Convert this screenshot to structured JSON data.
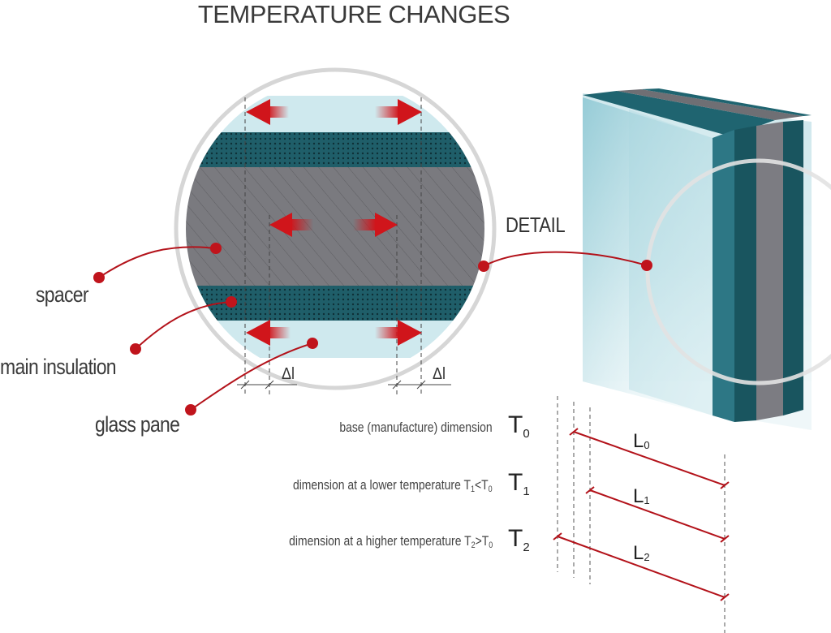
{
  "title": "TEMPERATURE CHANGES",
  "labels": {
    "spacer": "spacer",
    "main_insulation": "main insulation",
    "glass_pane": "glass pane",
    "detail": "DETAIL",
    "delta_left": "Δl",
    "delta_right": "Δl"
  },
  "rows": [
    {
      "text": "base (manufacture) dimension",
      "inline_T": "",
      "inline_sub": "",
      "inline_op": "",
      "inline_T2": "",
      "inline_sub2": "",
      "symbol": "T",
      "symbol_sub": "0",
      "length": "L",
      "length_sub": "0"
    },
    {
      "text": "dimension at a lower temperature ",
      "inline_T": "T",
      "inline_sub": "1",
      "inline_op": "<",
      "inline_T2": "T",
      "inline_sub2": "0",
      "symbol": "T",
      "symbol_sub": "1",
      "length": "L",
      "length_sub": "1"
    },
    {
      "text": "dimension at a higher temperature ",
      "inline_T": "T",
      "inline_sub": "2",
      "inline_op": ">",
      "inline_T2": "T",
      "inline_sub2": "0",
      "symbol": "T",
      "symbol_sub": "2",
      "length": "L",
      "length_sub": "2"
    }
  ],
  "colors": {
    "glass": "#cfe8ec",
    "insulation": "#1e5f6b",
    "spacer": "#7b7b80",
    "arrow_red": "#d0151b",
    "leader_red": "#b3121a",
    "ring": "#d4d4d4"
  }
}
